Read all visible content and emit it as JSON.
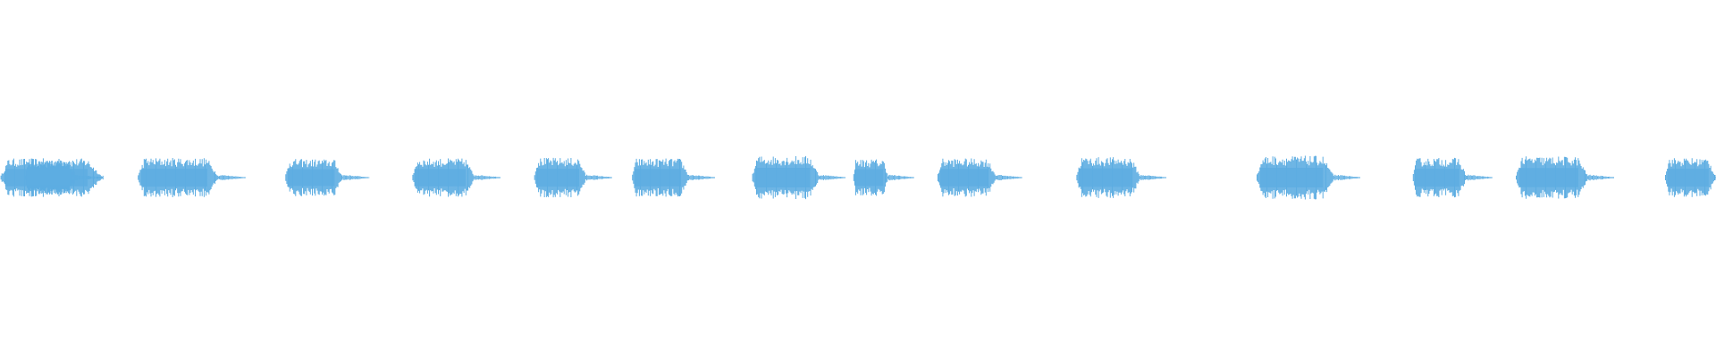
{
  "waveform": {
    "color": "#5dade2",
    "background": "#ffffff",
    "bursts": [
      {
        "start": 0.0,
        "end": 0.06,
        "amplitude": 0.6,
        "tail": 0.0
      },
      {
        "start": 0.014,
        "end": 0.045,
        "amplitude": 0.55,
        "tail": 0.015
      },
      {
        "start": 0.08,
        "end": 0.128,
        "amplitude": 0.62,
        "tail": 0.015
      },
      {
        "start": 0.166,
        "end": 0.2,
        "amplitude": 0.58,
        "tail": 0.015
      },
      {
        "start": 0.24,
        "end": 0.277,
        "amplitude": 0.6,
        "tail": 0.015
      },
      {
        "start": 0.311,
        "end": 0.342,
        "amplitude": 0.62,
        "tail": 0.015
      },
      {
        "start": 0.368,
        "end": 0.402,
        "amplitude": 0.6,
        "tail": 0.015
      },
      {
        "start": 0.438,
        "end": 0.478,
        "amplitude": 0.68,
        "tail": 0.015
      },
      {
        "start": 0.497,
        "end": 0.518,
        "amplitude": 0.58,
        "tail": 0.015
      },
      {
        "start": 0.546,
        "end": 0.581,
        "amplitude": 0.6,
        "tail": 0.015
      },
      {
        "start": 0.627,
        "end": 0.665,
        "amplitude": 0.64,
        "tail": 0.015
      },
      {
        "start": 0.732,
        "end": 0.778,
        "amplitude": 0.68,
        "tail": 0.015
      },
      {
        "start": 0.823,
        "end": 0.855,
        "amplitude": 0.62,
        "tail": 0.015
      },
      {
        "start": 0.883,
        "end": 0.926,
        "amplitude": 0.66,
        "tail": 0.015
      },
      {
        "start": 0.97,
        "end": 1.0,
        "amplitude": 0.62,
        "tail": 0.0
      }
    ]
  }
}
